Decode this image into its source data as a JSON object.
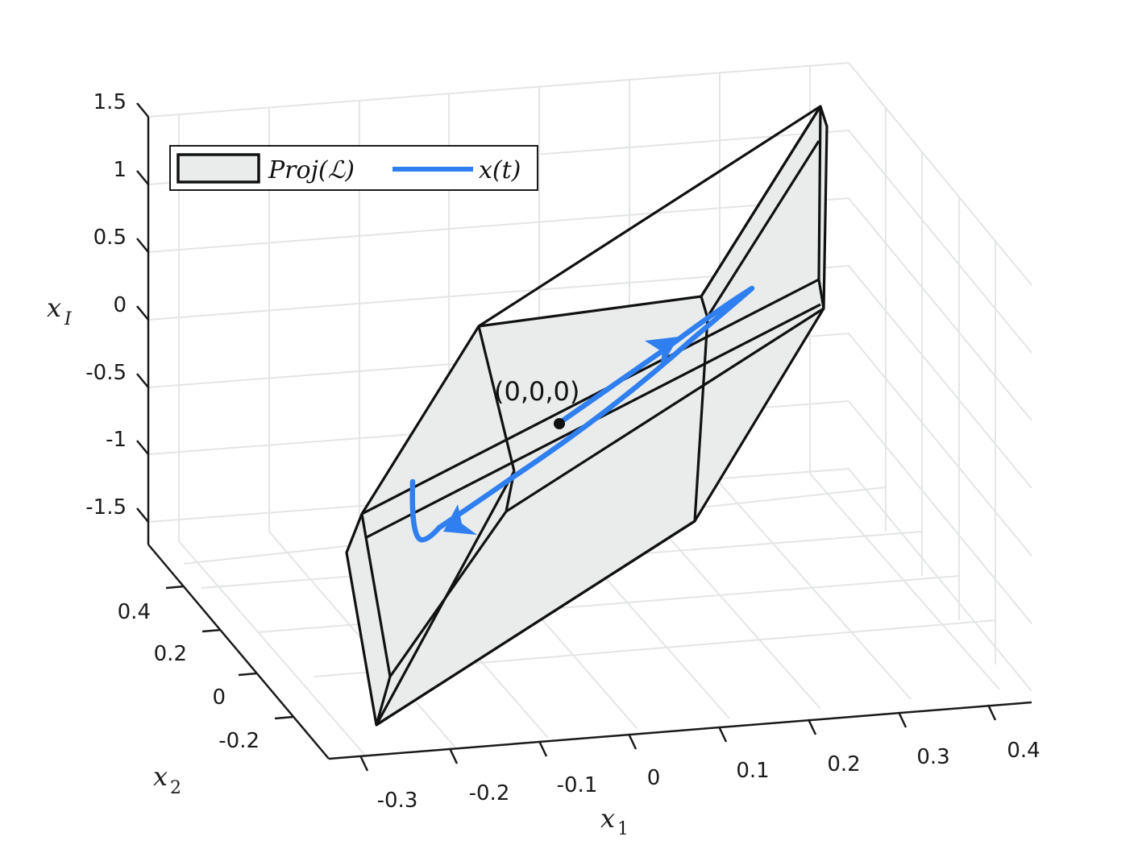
{
  "chart_data": {
    "type": "3d-polytope-trajectory",
    "title": "",
    "xlabel": "x_1",
    "ylabel": "x_2",
    "zlabel": "x_I",
    "x_ticks": [
      "-0.3",
      "-0.2",
      "-0.1",
      "0",
      "0.1",
      "0.2",
      "0.3",
      "0.4"
    ],
    "y_ticks": [
      "-0.2",
      "0",
      "0.2",
      "0.4"
    ],
    "z_ticks": [
      "1.5",
      "1",
      "0.5",
      "0",
      "-0.5",
      "-1",
      "-1.5"
    ],
    "xlim": [
      -0.35,
      0.42
    ],
    "ylim": [
      -0.3,
      0.5
    ],
    "zlim": [
      -1.7,
      1.5
    ],
    "grid": true,
    "legend": {
      "position": "top-left",
      "entries": [
        {
          "label": "Proj(ℒ)",
          "type": "patch",
          "fill": "#e9eceb",
          "edge": "#111111"
        },
        {
          "label": "x(t)",
          "type": "line",
          "color": "#2f7ff0"
        }
      ]
    },
    "annotations": [
      {
        "text": "(0,0,0)",
        "point": [
          0,
          0,
          0
        ]
      }
    ],
    "series": [
      {
        "name": "Proj(ℒ)",
        "kind": "polytope",
        "fill": "#e9eceb",
        "edge": "#111111"
      },
      {
        "name": "x(t)",
        "kind": "trajectory",
        "color": "#2f7ff0",
        "start": [
          0,
          0,
          0
        ],
        "direction_arrows": 2
      }
    ]
  },
  "labels": {
    "xlabel_main": "x",
    "xlabel_sub": "1",
    "ylabel_main": "x",
    "ylabel_sub": "2",
    "zlabel_main": "x",
    "zlabel_sub": "I",
    "legend_patch": "Proj(ℒ)",
    "legend_line": "x(t)",
    "origin_annotation": "(0,0,0)"
  },
  "ticks": {
    "z": [
      "1.5",
      "1",
      "0.5",
      "0",
      "-0.5",
      "-1",
      "-1.5"
    ],
    "y": [
      "0.4",
      "0.2",
      "0",
      "-0.2"
    ],
    "x": [
      "-0.3",
      "-0.2",
      "-0.1",
      "0",
      "0.1",
      "0.2",
      "0.3",
      "0.4"
    ]
  }
}
